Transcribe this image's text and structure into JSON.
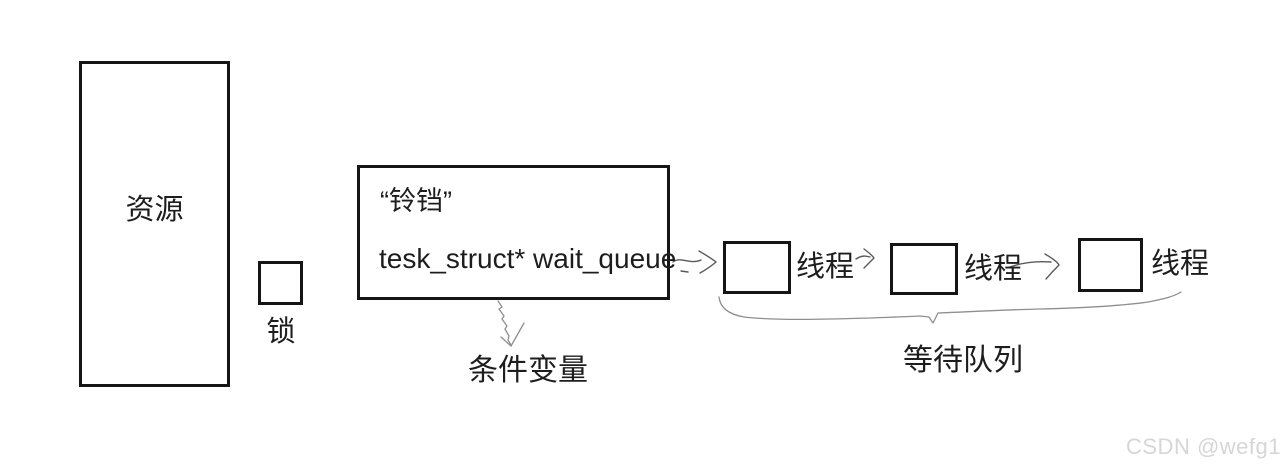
{
  "diagram": {
    "background": "#ffffff",
    "ink_color": "#151515",
    "sketch_color": "#8f8f8f",
    "resource": {
      "label": "资源"
    },
    "lock": {
      "label": "锁"
    },
    "condition_variable": {
      "quote_title": "“铃铛”",
      "member": "tesk_struct* wait_queue",
      "caption": "条件变量"
    },
    "threads": [
      {
        "label": "线程"
      },
      {
        "label": "线程"
      },
      {
        "label": "线程"
      }
    ],
    "wait_queue": {
      "caption": "等待队列"
    },
    "watermark": {
      "text": "CSDN @wefg1",
      "color": "#d6d6d6"
    },
    "icons": {
      "flow_arrow": "hand-drawn-right-arrow",
      "caption_arrow": "hand-drawn-down-squiggle-arrow",
      "brace": "hand-drawn-underbrace"
    }
  }
}
